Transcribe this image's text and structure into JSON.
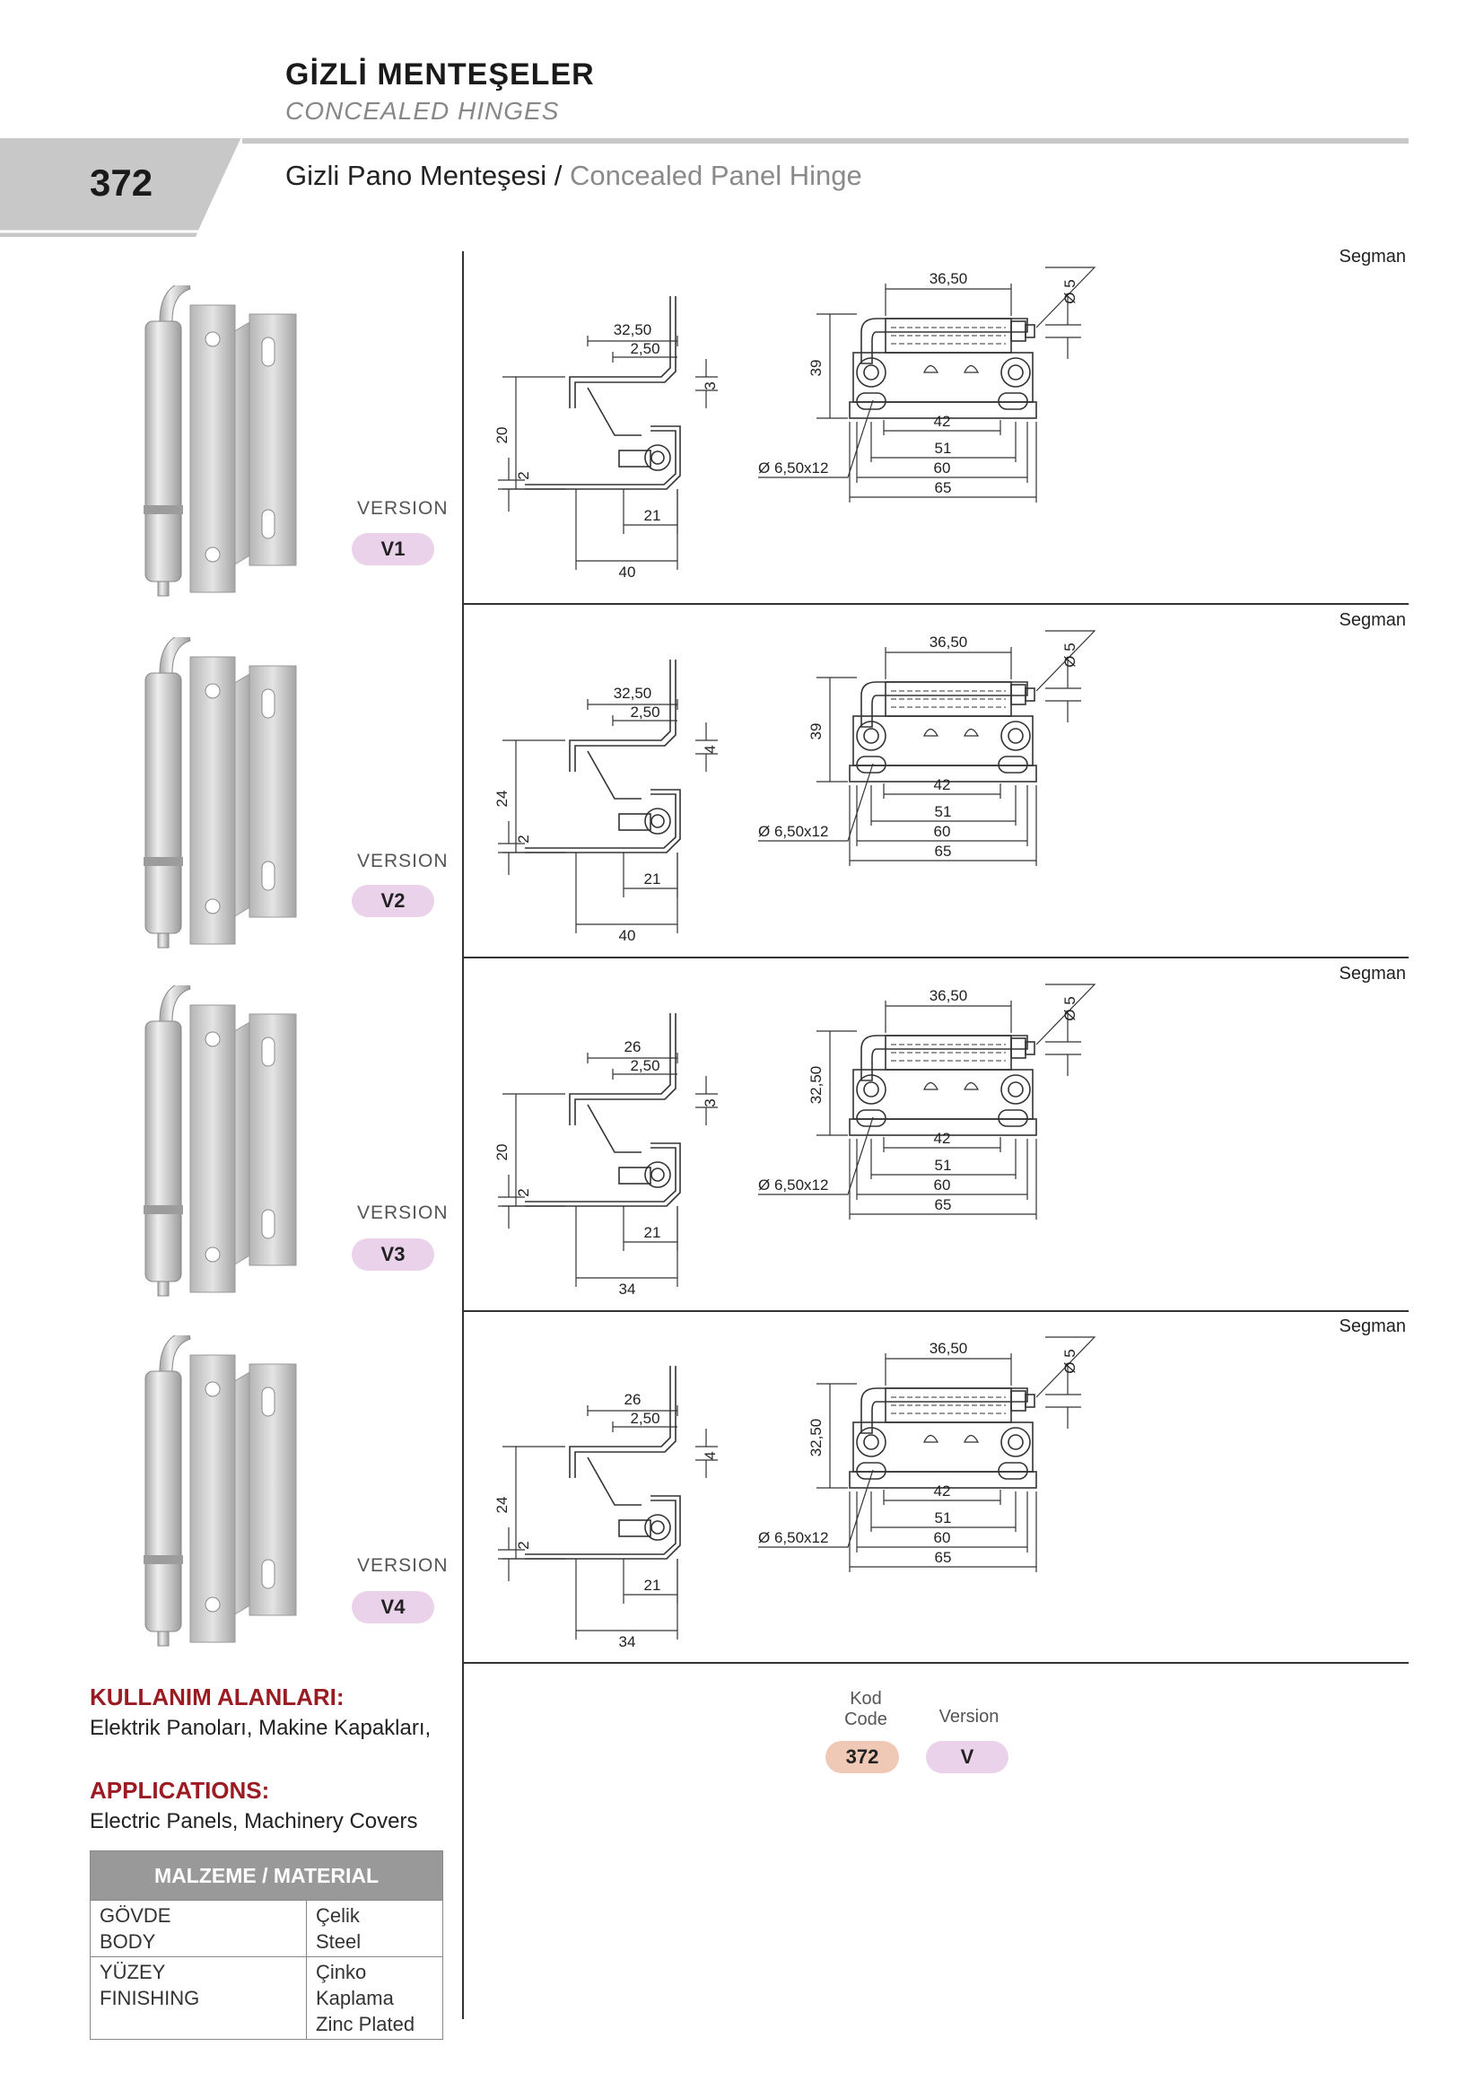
{
  "header": {
    "title_tr": "GİZLİ MENTEŞELER",
    "title_en": "CONCEALED HINGES",
    "page_number": "372",
    "subtitle_tr": "Gizli Pano Menteşesi /",
    "subtitle_en": "Concealed Panel Hinge"
  },
  "versions": [
    {
      "label": "VERSION",
      "code": "V1",
      "side": {
        "top": "32,50",
        "inner": "2,50",
        "right": "3",
        "height": "20",
        "small": "2",
        "mid": "21",
        "bottom": "40"
      },
      "front": {
        "top": "36,50",
        "diameter": "Ø 5",
        "height": "39",
        "hole": "Ø 6,50x12",
        "d1": "42",
        "d2": "51",
        "d3": "60",
        "d4": "65",
        "segman": "Segman"
      }
    },
    {
      "label": "VERSION",
      "code": "V2",
      "side": {
        "top": "32,50",
        "inner": "2,50",
        "right": "4",
        "height": "24",
        "small": "2",
        "mid": "21",
        "bottom": "40"
      },
      "front": {
        "top": "36,50",
        "diameter": "Ø 5",
        "height": "39",
        "hole": "Ø 6,50x12",
        "d1": "42",
        "d2": "51",
        "d3": "60",
        "d4": "65",
        "segman": "Segman"
      }
    },
    {
      "label": "VERSION",
      "code": "V3",
      "side": {
        "top": "26",
        "inner": "2,50",
        "right": "3",
        "height": "20",
        "small": "2",
        "mid": "21",
        "bottom": "34"
      },
      "front": {
        "top": "36,50",
        "diameter": "Ø 5",
        "height": "32,50",
        "hole": "Ø 6,50x12",
        "d1": "42",
        "d2": "51",
        "d3": "60",
        "d4": "65",
        "segman": "Segman"
      }
    },
    {
      "label": "VERSION",
      "code": "V4",
      "side": {
        "top": "26",
        "inner": "2,50",
        "right": "4",
        "height": "24",
        "small": "2",
        "mid": "21",
        "bottom": "34"
      },
      "front": {
        "top": "36,50",
        "diameter": "Ø 5",
        "height": "32,50",
        "hole": "Ø 6,50x12",
        "d1": "42",
        "d2": "51",
        "d3": "60",
        "d4": "65",
        "segman": "Segman"
      }
    }
  ],
  "applications": {
    "head_tr": "KULLANIM ALANLARI:",
    "text_tr": "Elektrik Panoları, Makine Kapakları,",
    "head_en": "APPLICATIONS:",
    "text_en": "Electric Panels, Machinery Covers"
  },
  "material": {
    "header": "MALZEME / MATERIAL",
    "rows": [
      {
        "k1": "GÖVDE",
        "k2": "BODY",
        "v1": "Çelik",
        "v2": "Steel"
      },
      {
        "k1": "YÜZEY",
        "k2": "FINISHING",
        "v1": "Çinko Kaplama",
        "v2": "Zinc Plated"
      }
    ]
  },
  "ordering": {
    "code_label_1": "Kod",
    "code_label_2": "Code",
    "code_value": "372",
    "version_label": "Version",
    "version_value": "V"
  },
  "colors": {
    "accent": "#9a1b22",
    "version_pill": "#ead3ea",
    "code_pill": "#f0c9b6",
    "tab_gray": "#c8c8c8"
  }
}
